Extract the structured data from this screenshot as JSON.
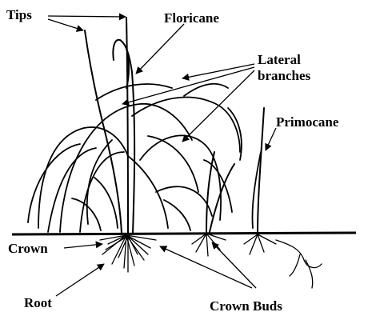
{
  "labels": {
    "tips": "Tips",
    "floricane": "Floricane",
    "lateral_line1": "Lateral",
    "lateral_line2": "branches",
    "primocane": "Primocane",
    "crown": "Crown",
    "root": "Root",
    "crown_buds": "Crown Buds"
  },
  "colors": {
    "ink": "#000000",
    "background": "#ffffff"
  }
}
